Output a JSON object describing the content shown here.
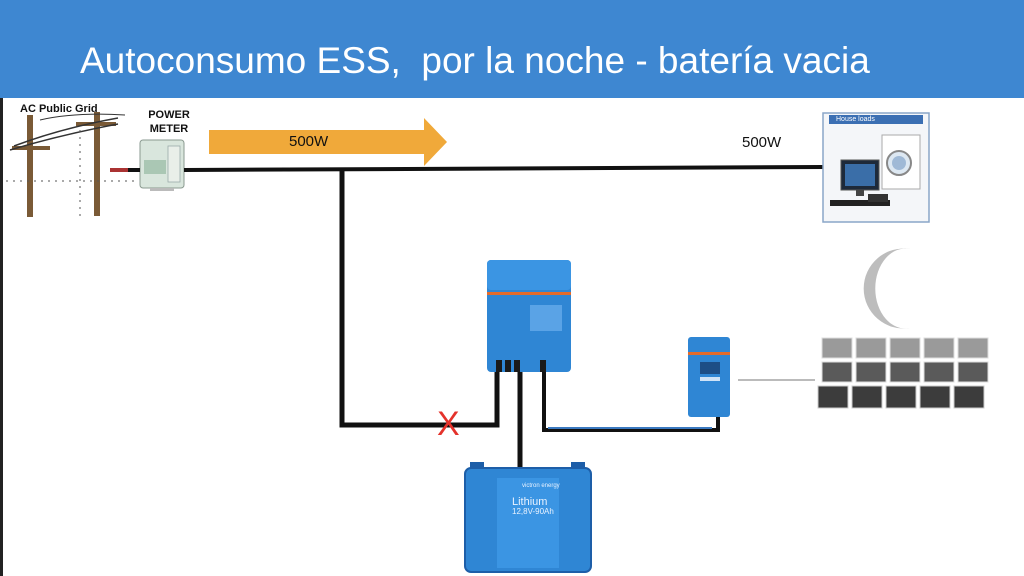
{
  "slide": {
    "title": "Autoconsumo ESS,  por la noche - batería vacia"
  },
  "labels": {
    "grid": "AC Public Grid",
    "meter_line1": "POWER",
    "meter_line2": "METER",
    "flow_arrow": "500W",
    "flow_house": "500W",
    "blocked_mark": "X",
    "house_loads": "House loads",
    "battery_brand": "victron energy",
    "battery_name": "Lithium",
    "battery_spec": "12,8V-90Ah"
  },
  "colors": {
    "header": "#3e87d1",
    "arrow": "#f0a93a",
    "wire": "#111111",
    "victron_blue": "#2f86d4",
    "mark": "#e4322b",
    "moon": "#bdbdbd"
  },
  "icons": {
    "grid": "power-pole-icon",
    "meter": "energy-meter-icon",
    "loads": "house-loads-icon",
    "inverter": "inverter-charger-icon",
    "charge_controller": "mppt-charge-controller-icon",
    "battery": "lithium-battery-icon",
    "moon": "crescent-moon-icon",
    "solar": "solar-panel-array-icon"
  }
}
